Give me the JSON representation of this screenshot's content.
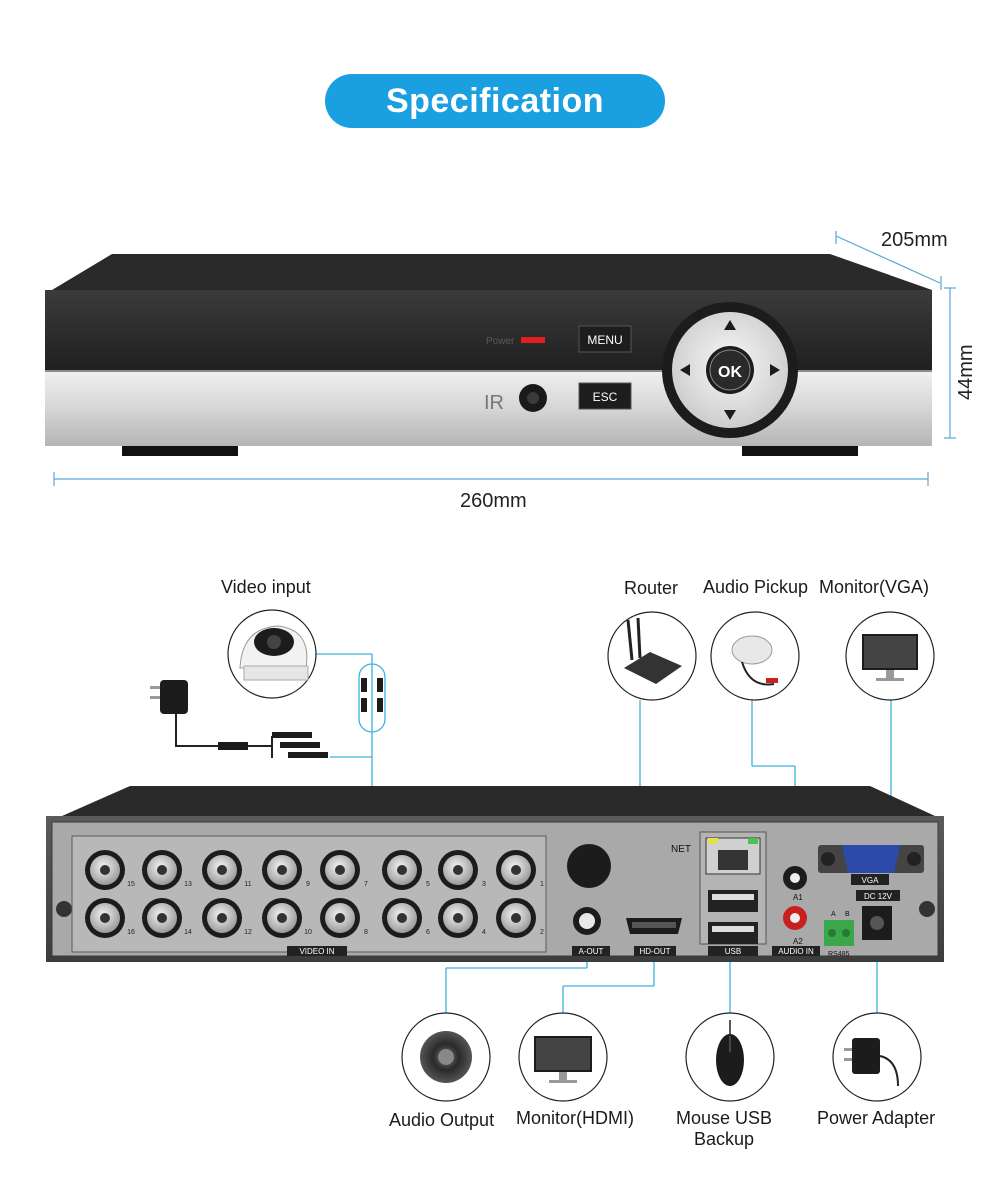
{
  "header": {
    "title": "Specification"
  },
  "dimensions": {
    "depth": "205mm",
    "height": "44mm",
    "width": "260mm"
  },
  "front_panel": {
    "power_label": "Power",
    "menu_label": "MENU",
    "esc_label": "ESC",
    "ok_label": "OK",
    "ir_label": "IR"
  },
  "rear_panel": {
    "video_in_label": "VIDEO IN",
    "net_label": "NET",
    "vga_label": "VGA",
    "dc_label": "DC 12V",
    "a_out_label": "A-OUT",
    "hd_out_label": "HD-OUT",
    "usb_label": "USB",
    "audio_in_label": "AUDIO IN",
    "rs485_label": "RS485",
    "a1_label": "A1",
    "a2_label": "A2",
    "rs_a": "A",
    "rs_b": "B",
    "channel_numbers_top": [
      "15",
      "13",
      "11",
      "9",
      "7",
      "5",
      "3",
      "1"
    ],
    "channel_numbers_bottom": [
      "16",
      "14",
      "12",
      "10",
      "8",
      "6",
      "4",
      "2"
    ]
  },
  "devices": {
    "video_input": "Video input",
    "router": "Router",
    "audio_pickup": "Audio Pickup",
    "monitor_vga": "Monitor(VGA)",
    "audio_output": "Audio Output",
    "monitor_hdmi": "Monitor(HDMI)",
    "mouse_usb_line1": "Mouse USB",
    "mouse_usb_line2": "Backup",
    "power_adapter": "Power Adapter"
  },
  "colors": {
    "accent": "#1a9fe0",
    "power_led": "#e02020",
    "connector_line": "#3fb0e0"
  }
}
